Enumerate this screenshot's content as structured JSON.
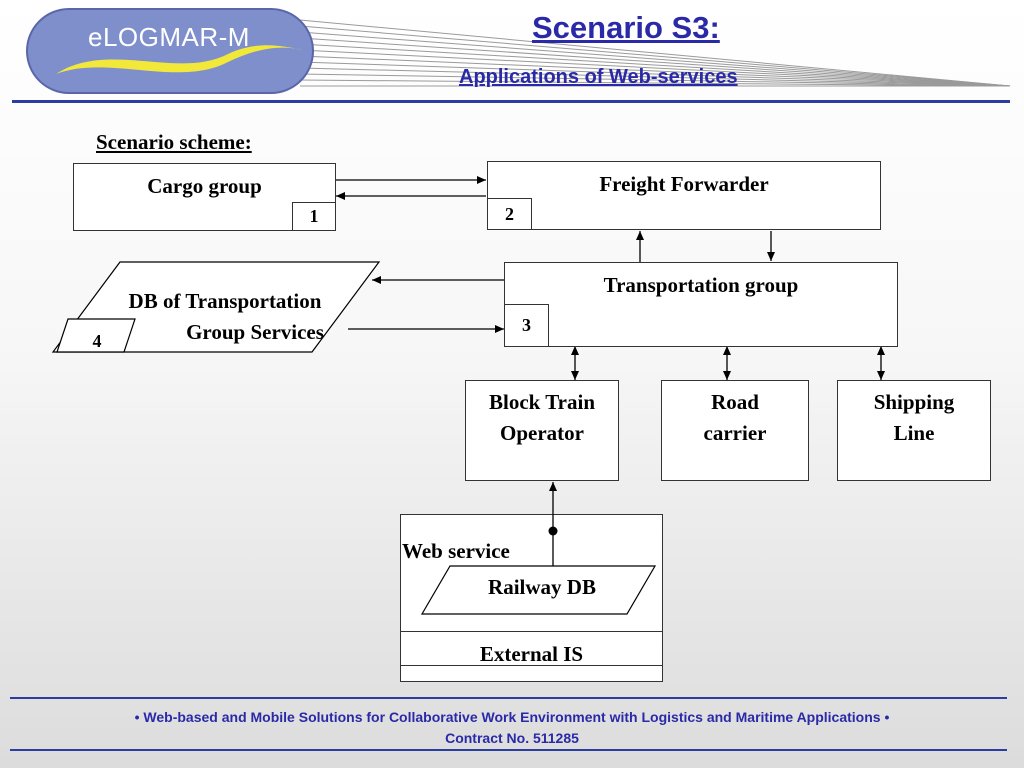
{
  "header": {
    "logo_text": "eLOGMAR-M",
    "title": "Scenario S3:",
    "subtitle": "Applications of Web-services"
  },
  "scheme_label": "Scenario scheme:",
  "diagram": {
    "cargo_group": {
      "label": "Cargo group",
      "number": "1"
    },
    "freight_forwarder": {
      "label": "Freight Forwarder",
      "number": "2"
    },
    "transportation_group": {
      "label": "Transportation group",
      "number": "3"
    },
    "db_transport": {
      "line1": "DB of Transportation",
      "line2": "Group Services",
      "number": "4"
    },
    "block_train": {
      "line1": "Block Train",
      "line2": "Operator"
    },
    "road_carrier": {
      "line1": "Road",
      "line2": "carrier"
    },
    "shipping_line": {
      "line1": "Shipping",
      "line2": "Line"
    },
    "web_service": "Web service",
    "railway_db": "Railway DB",
    "external_is": "External IS"
  },
  "footer": {
    "line1": "• Web-based and Mobile Solutions for Collaborative Work Environment with Logistics and Maritime Applications •",
    "line2": "Contract No. 511285"
  },
  "colors": {
    "accent": "#2a2aa8",
    "rule": "#2b3ea0",
    "logo": "#7f8fcc",
    "wave": "#f2e83a"
  }
}
